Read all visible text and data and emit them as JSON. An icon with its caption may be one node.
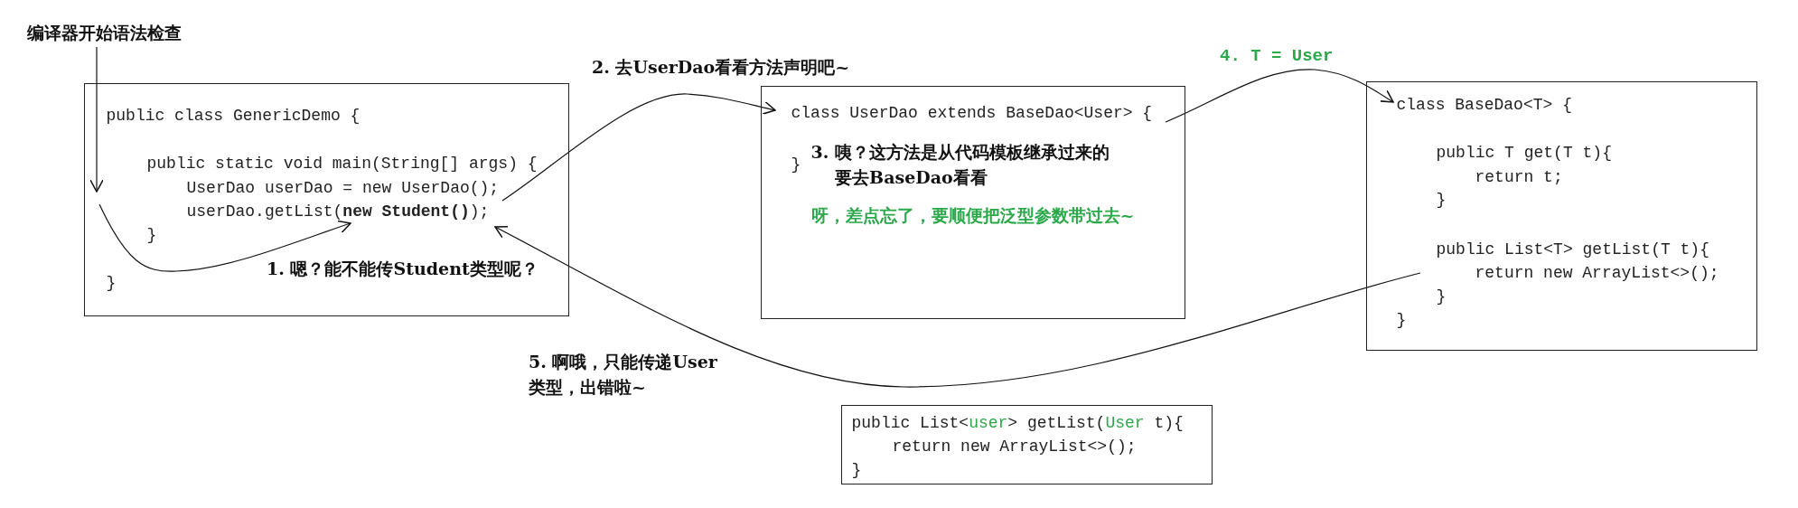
{
  "diagram": {
    "nodes": [
      {
        "text": [
          "编译器开始语法检查"
        ]
      },
      {
        "text": [
          "public class GenericDemo {",
          "public static void main(String[] args) {",
          "UserDao userDao = new UserDao();",
          "userDao.getList(**new Student()**);",
          "}",
          "}"
        ]
      },
      {
        "text": [
          "class UserDao extends BaseDao<User> {",
          "}",
          "3. 咦？这方法是从代码模板继承过来的要去BaseDao看看",
          "呀，差点忘了，要顺便把泛型参数带过去~"
        ]
      },
      {
        "text": [
          "class BaseDao<T> {",
          "public T get(T t){",
          "return t;",
          "}",
          "public List<T> getList(T t){",
          "return new ArrayList<>();",
          "}",
          "}"
        ]
      },
      {
        "text": [
          "public List<user> getList(User t){",
          "return new ArrayList<>();",
          "}"
        ]
      }
    ],
    "edges": [
      {
        "from": 0,
        "to": 1,
        "arrow": "to"
      },
      {
        "from": null,
        "to": 1,
        "arrow": "to",
        "label": "1. 嗯？能不能传Student类型呢？"
      },
      {
        "from": 1,
        "to": 2,
        "arrow": "to",
        "label": "2. 去UserDao看看方法声明吧~"
      },
      {
        "from": 2,
        "to": 3,
        "arrow": "to",
        "label": "4. T = User"
      },
      {
        "from": 3,
        "to": 1,
        "arrow": "to",
        "label": "5. 啊哦，只能传递User 类型，出错啦~"
      }
    ]
  }
}
